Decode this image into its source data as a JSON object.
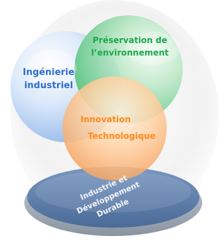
{
  "circles": {
    "engineering": {
      "line1": "Ingénierie",
      "line2": "industriel",
      "color": "#2f6fd0"
    },
    "environment": {
      "line1": "Préservation de",
      "line2": "l’environnement",
      "color": "#1ea84a"
    },
    "innovation": {
      "line1": "Innovation",
      "line2": "Technologique",
      "color": "#ff8a1d"
    }
  },
  "base": {
    "line1": "Industrie et",
    "line2": "Développement",
    "line3": "Durable"
  }
}
